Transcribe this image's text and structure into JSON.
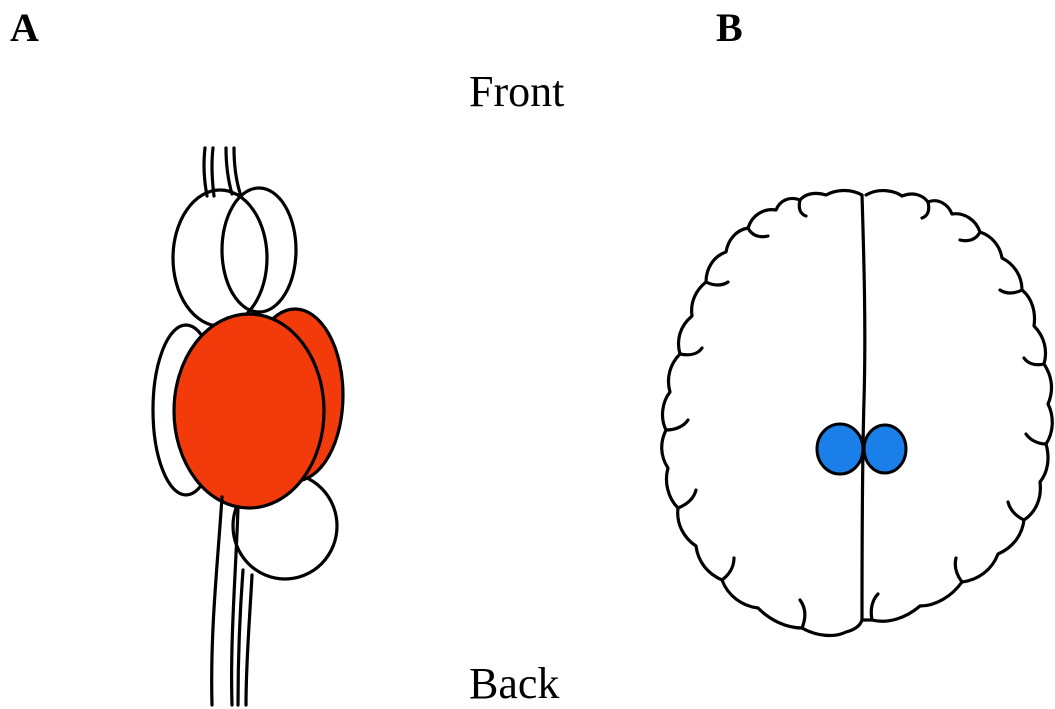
{
  "panels": {
    "a": {
      "label": "A"
    },
    "b": {
      "label": "B"
    }
  },
  "orientation": {
    "front": "Front",
    "back": "Back"
  },
  "colors": {
    "highlight_panel_a": "#f23a0b",
    "highlight_panel_b": "#1a7fe8",
    "outline": "#000000",
    "background": "#ffffff"
  }
}
